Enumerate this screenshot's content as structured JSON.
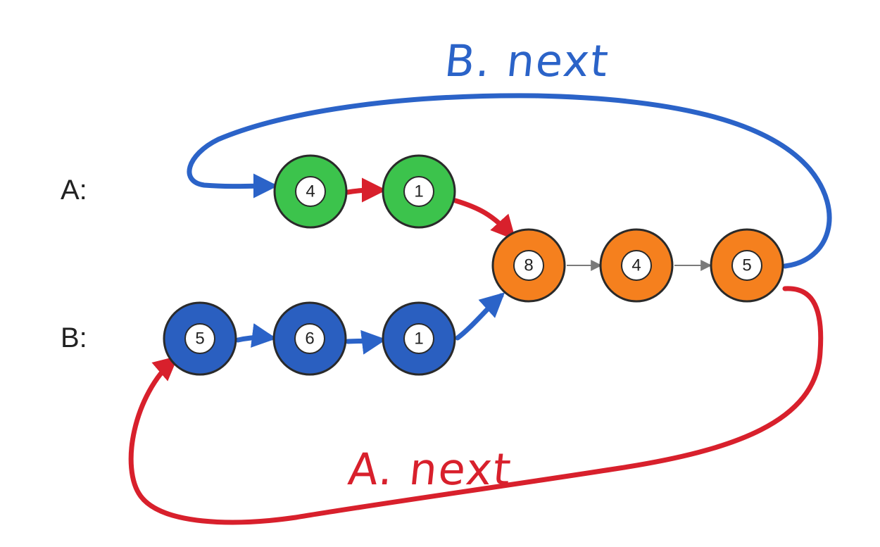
{
  "colors": {
    "list_a": "#3cc34c",
    "list_b": "#2a5fc0",
    "shared": "#f5801e",
    "a_path": "#d8202c",
    "b_path": "#2b63c8",
    "node_border": "#2a2a2a",
    "plain_arrow": "#808080"
  },
  "labels": {
    "list_a": "A:",
    "list_b": "B:",
    "b_next": "B. next",
    "a_next": "A. next"
  },
  "lists": {
    "a": {
      "nodes": [
        {
          "value": "4"
        },
        {
          "value": "1"
        }
      ]
    },
    "b": {
      "nodes": [
        {
          "value": "5"
        },
        {
          "value": "6"
        },
        {
          "value": "1"
        }
      ]
    },
    "shared": {
      "nodes": [
        {
          "value": "8"
        },
        {
          "value": "4"
        },
        {
          "value": "5"
        }
      ]
    }
  }
}
